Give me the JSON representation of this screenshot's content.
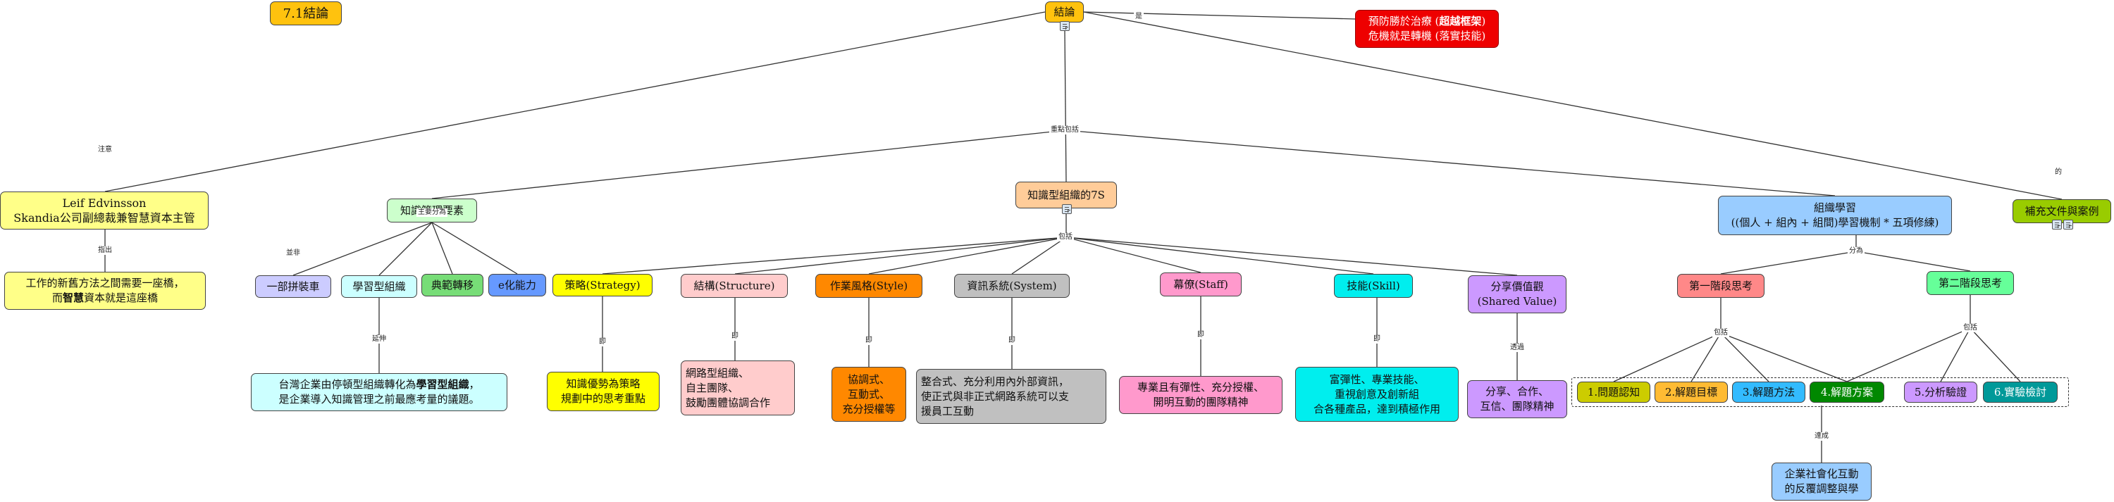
{
  "chapter_label": "7.1結論",
  "nodes": {
    "root": "結論",
    "prevention": [
      "預防勝於治療 (",
      "超越框架",
      ")",
      "危機就是轉機 (落實技能)"
    ],
    "leif": [
      "Leif Edvinsson",
      "Skandia公司副總裁兼智慧資本主管"
    ],
    "leif_quote": [
      "工作的新舊方法之間需要一座橋，",
      "而",
      "智慧",
      "資本就是這座橋"
    ],
    "km": "知識管理要素",
    "km_a": "一部拼裝車",
    "km_b": "學習型組織",
    "km_c": "典範轉移",
    "km_d": "e化能力",
    "km_b_detail": [
      "台灣企業由停頓型組織轉化為",
      "學習型組織",
      "，",
      "是企業導入知識管理之前最應考量的議題。"
    ],
    "seven_s": "知識型組織的7S",
    "s1": "策略(Strategy)",
    "s1_detail": [
      "知識優勢為策略",
      "規劃中的思考重點"
    ],
    "s2": "結構(Structure)",
    "s2_detail": [
      "網路型組織、",
      "自主團隊、",
      "鼓勵團體協調合作"
    ],
    "s3": "作業風格(Style)",
    "s3_detail": [
      "協調式、",
      "互動式、",
      "充分授權等"
    ],
    "s4": "資訊系統(System)",
    "s4_detail": [
      "整合式、充分利用內外部資訊，",
      "使正式與非正式網路系統可以支",
      "援員工互動"
    ],
    "s5": "幕僚(Staff)",
    "s5_detail": [
      "專業且有彈性、充分授權、",
      "開明互動的團隊精神"
    ],
    "s6": "技能(Skill)",
    "s6_detail": [
      "富彈性、專業技能、",
      "重視創意及創新組",
      "合各種產品，達到積極作用"
    ],
    "s7": [
      "分享價值觀",
      "(Shared Value)"
    ],
    "s7_detail": [
      "分享、合作、",
      "互信、團隊精神"
    ],
    "org_learning": [
      "組織學習",
      "((個人 + 組內 + 組間)學習機制 * 五項修練)"
    ],
    "phase1": "第一階段思考",
    "phase2": "第二階段思考",
    "step1": "1.問題認知",
    "step2": "2.解題目標",
    "step3": "3.解題方法",
    "step4": "4.解題方案",
    "step5": "5.分析驗證",
    "step6": "6.實驗檢討",
    "outcome": [
      "企業社會化互動",
      "的反覆調整與學"
    ],
    "supplement": "補充文件與案例"
  },
  "edge_labels": {
    "is": "是",
    "note": "注意",
    "key_includes": "重點包括",
    "of": "的",
    "points_out": "指出",
    "not_only": "並非",
    "mainly_divided": "主要分為",
    "extends": "延伸",
    "includes": "包括",
    "i_e": "即",
    "via": "透過",
    "divided_into": "分為",
    "achieve": "達成"
  }
}
